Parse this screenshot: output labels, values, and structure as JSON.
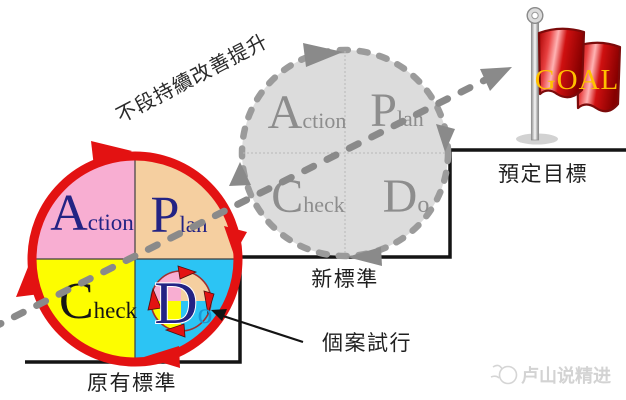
{
  "diagram": {
    "caption_rotated": "不段持續改善提升",
    "labels": {
      "target_goal": "預定目標",
      "new_standard": "新標準",
      "pilot_trial": "個案試行",
      "original_standard": "原有標準"
    },
    "flag": {
      "text": "GOAL",
      "text_color": "#ffc000"
    },
    "cycles": {
      "main": {
        "ring_color": "#e31212",
        "quadrants": [
          {
            "word": "Action",
            "initial": "A",
            "rest": "ction",
            "fill": "#f8aed2",
            "text_color": "#232384"
          },
          {
            "word": "Plan",
            "initial": "P",
            "rest": "lan",
            "fill": "#f5cfa0",
            "text_color": "#232384"
          },
          {
            "word": "Check",
            "initial": "C",
            "rest": "heck",
            "fill": "#fdfd00",
            "text_color": "#151515"
          },
          {
            "word": "Do",
            "initial": "D",
            "rest": "o",
            "fill": "#2cc4f4",
            "text_color": "#232384",
            "o_color": "#1899d6"
          }
        ]
      },
      "ghost": {
        "fill": "#dcdcdc",
        "stroke": "#9b9b9b",
        "text_color": "#8d8d8d",
        "quadrants": [
          {
            "word": "Action",
            "initial": "A",
            "rest": "ction"
          },
          {
            "word": "Plan",
            "initial": "P",
            "rest": "lan"
          },
          {
            "word": "Check",
            "initial": "C",
            "rest": "heck"
          },
          {
            "word": "Do",
            "initial": "D",
            "rest": "o"
          }
        ]
      },
      "mini": {
        "fills": [
          "#f8aed2",
          "#f5cfa0",
          "#fdfd00",
          "#2cc4f4"
        ],
        "arrow_color": "#e31212"
      }
    },
    "colors": {
      "arrow_gray": "#8a8a8a",
      "step_line": "#141414",
      "ring_red": "#e31212"
    },
    "watermark": {
      "text": "卢山说精进"
    }
  }
}
